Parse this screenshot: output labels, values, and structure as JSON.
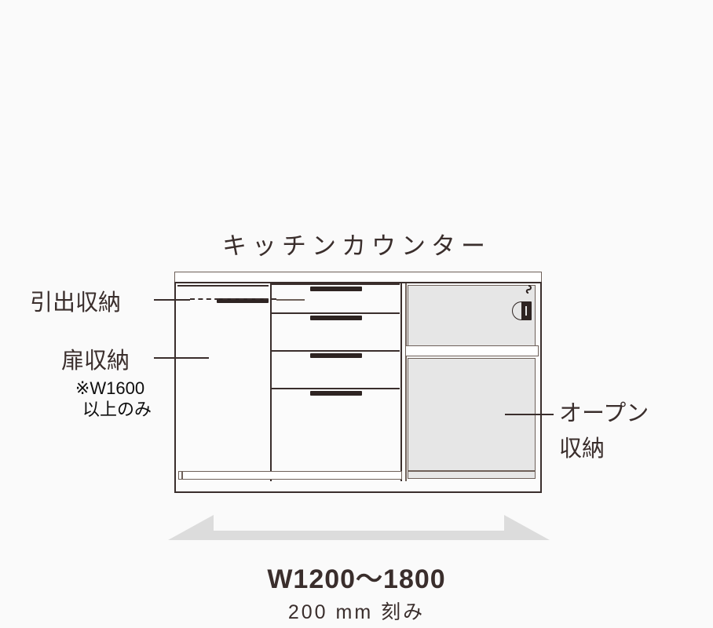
{
  "title": "キッチンカウンター",
  "labels": {
    "drawer_storage": "引出収納",
    "door_storage": "扉収納",
    "door_note_line1": "※W1600",
    "door_note_line2": "以上のみ",
    "open_storage_line1": "オープン",
    "open_storage_line2": "収納"
  },
  "dimensions": {
    "width_range": "W1200〜1800",
    "increment": "200 mm 刻み"
  },
  "icons": {
    "outlet": "power-outlet-icon",
    "arrow": "double-headed-arrow-icon"
  },
  "colors": {
    "ink": "#3a2e2c",
    "line_light": "#6e6059",
    "panel_white": "#fbfbfb",
    "panel_gray": "#e6e6e6",
    "arrow_gray": "#dcdcdc",
    "background": "#fafafa",
    "note_black": "#0d0d0d"
  }
}
